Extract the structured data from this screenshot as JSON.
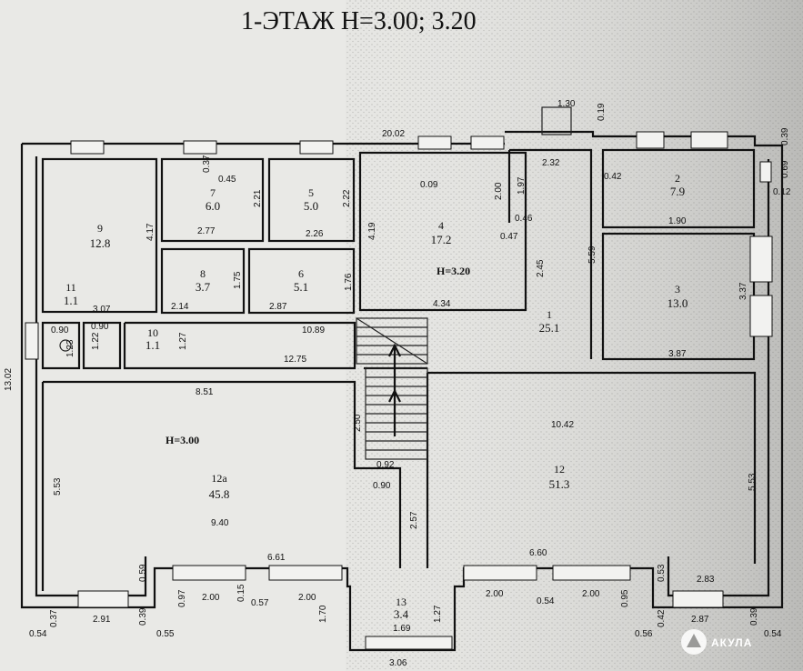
{
  "title": "1-ЭТАЖ H=3.00; 3.20",
  "rooms": [
    {
      "id": "1",
      "area": "25.1"
    },
    {
      "id": "2",
      "area": "7.9"
    },
    {
      "id": "3",
      "area": "13.0"
    },
    {
      "id": "4",
      "area": "17.2"
    },
    {
      "id": "5",
      "area": "5.0"
    },
    {
      "id": "6",
      "area": "5.1"
    },
    {
      "id": "7",
      "area": "6.0"
    },
    {
      "id": "8",
      "area": "3.7"
    },
    {
      "id": "9",
      "area": "12.8"
    },
    {
      "id": "10",
      "area": "1.1"
    },
    {
      "id": "11",
      "area": "1.1"
    },
    {
      "id": "12",
      "area": "51.3"
    },
    {
      "id": "12a",
      "area": "45.8"
    },
    {
      "id": "13",
      "area": "3.4"
    }
  ],
  "heights": {
    "room4": "H=3.20",
    "room12a": "H=3.00"
  },
  "dimensions": {
    "top_total": "20.02",
    "left_total": "13.02",
    "d9_w": "3.07",
    "d9_h": "4.17",
    "d7_a": "0.37",
    "d7_b": "0.45",
    "d7_h": "2.21",
    "d7_w": "2.77",
    "d5_h": "2.22",
    "d5_w": "2.26",
    "d4_a": "0.09",
    "d4_b": "2.00",
    "d4_h": "4.19",
    "d4_w": "4.34",
    "d1_a": "1.30",
    "d1_b": "2.32",
    "d1_c": "1.97",
    "d1_d": "0.46",
    "d1_e": "0.47",
    "d1_f": "2.45",
    "d1_g": "5.59",
    "d2_a": "0.42",
    "d2_b": "1.90",
    "d3_w": "3.87",
    "d3_h": "3.37",
    "d8_h": "1.75",
    "d8_w": "2.14",
    "d6_h": "1.76",
    "d6_w": "2.87",
    "corr_w": "10.89",
    "d11_a": "0.90",
    "d11_b": "0.90",
    "d11_c": "1.23",
    "d10_a": "1.22",
    "d10_b": "1.27",
    "corr2_w": "12.75",
    "d12a_a": "8.51",
    "d12a_h": "5.53",
    "d12a_w": "9.40",
    "d12a_b": "6.61",
    "d12_w": "10.42",
    "d12_h": "5.53",
    "d12_b": "6.60",
    "stair_a": "2.50",
    "stair_b": "0.92",
    "stair_c": "0.90",
    "stair_d": "2.57",
    "b_054l": "0.54",
    "b_037": "0.37",
    "b_291": "2.91",
    "b_039l": "0.39",
    "b_055": "0.55",
    "b_059": "0.59",
    "b_097": "0.97",
    "b_200a": "2.00",
    "b_015": "0.15",
    "b_057": "0.57",
    "b_200b": "2.00",
    "b_170": "1.70",
    "b_169": "1.69",
    "b_127": "1.27",
    "b_306": "3.06",
    "b_200c": "2.00",
    "b_054m": "0.54",
    "b_200d": "2.00",
    "b_095": "0.95",
    "b_053": "0.53",
    "b_283": "2.83",
    "b_056": "0.56",
    "b_042": "0.42",
    "b_287": "2.87",
    "b_039r": "0.39",
    "b_054r": "0.54",
    "r_069": "0.69",
    "r_012": "0.12",
    "r_039": "0.39",
    "r_019": "0.19"
  },
  "watermark": "АКУЛА"
}
